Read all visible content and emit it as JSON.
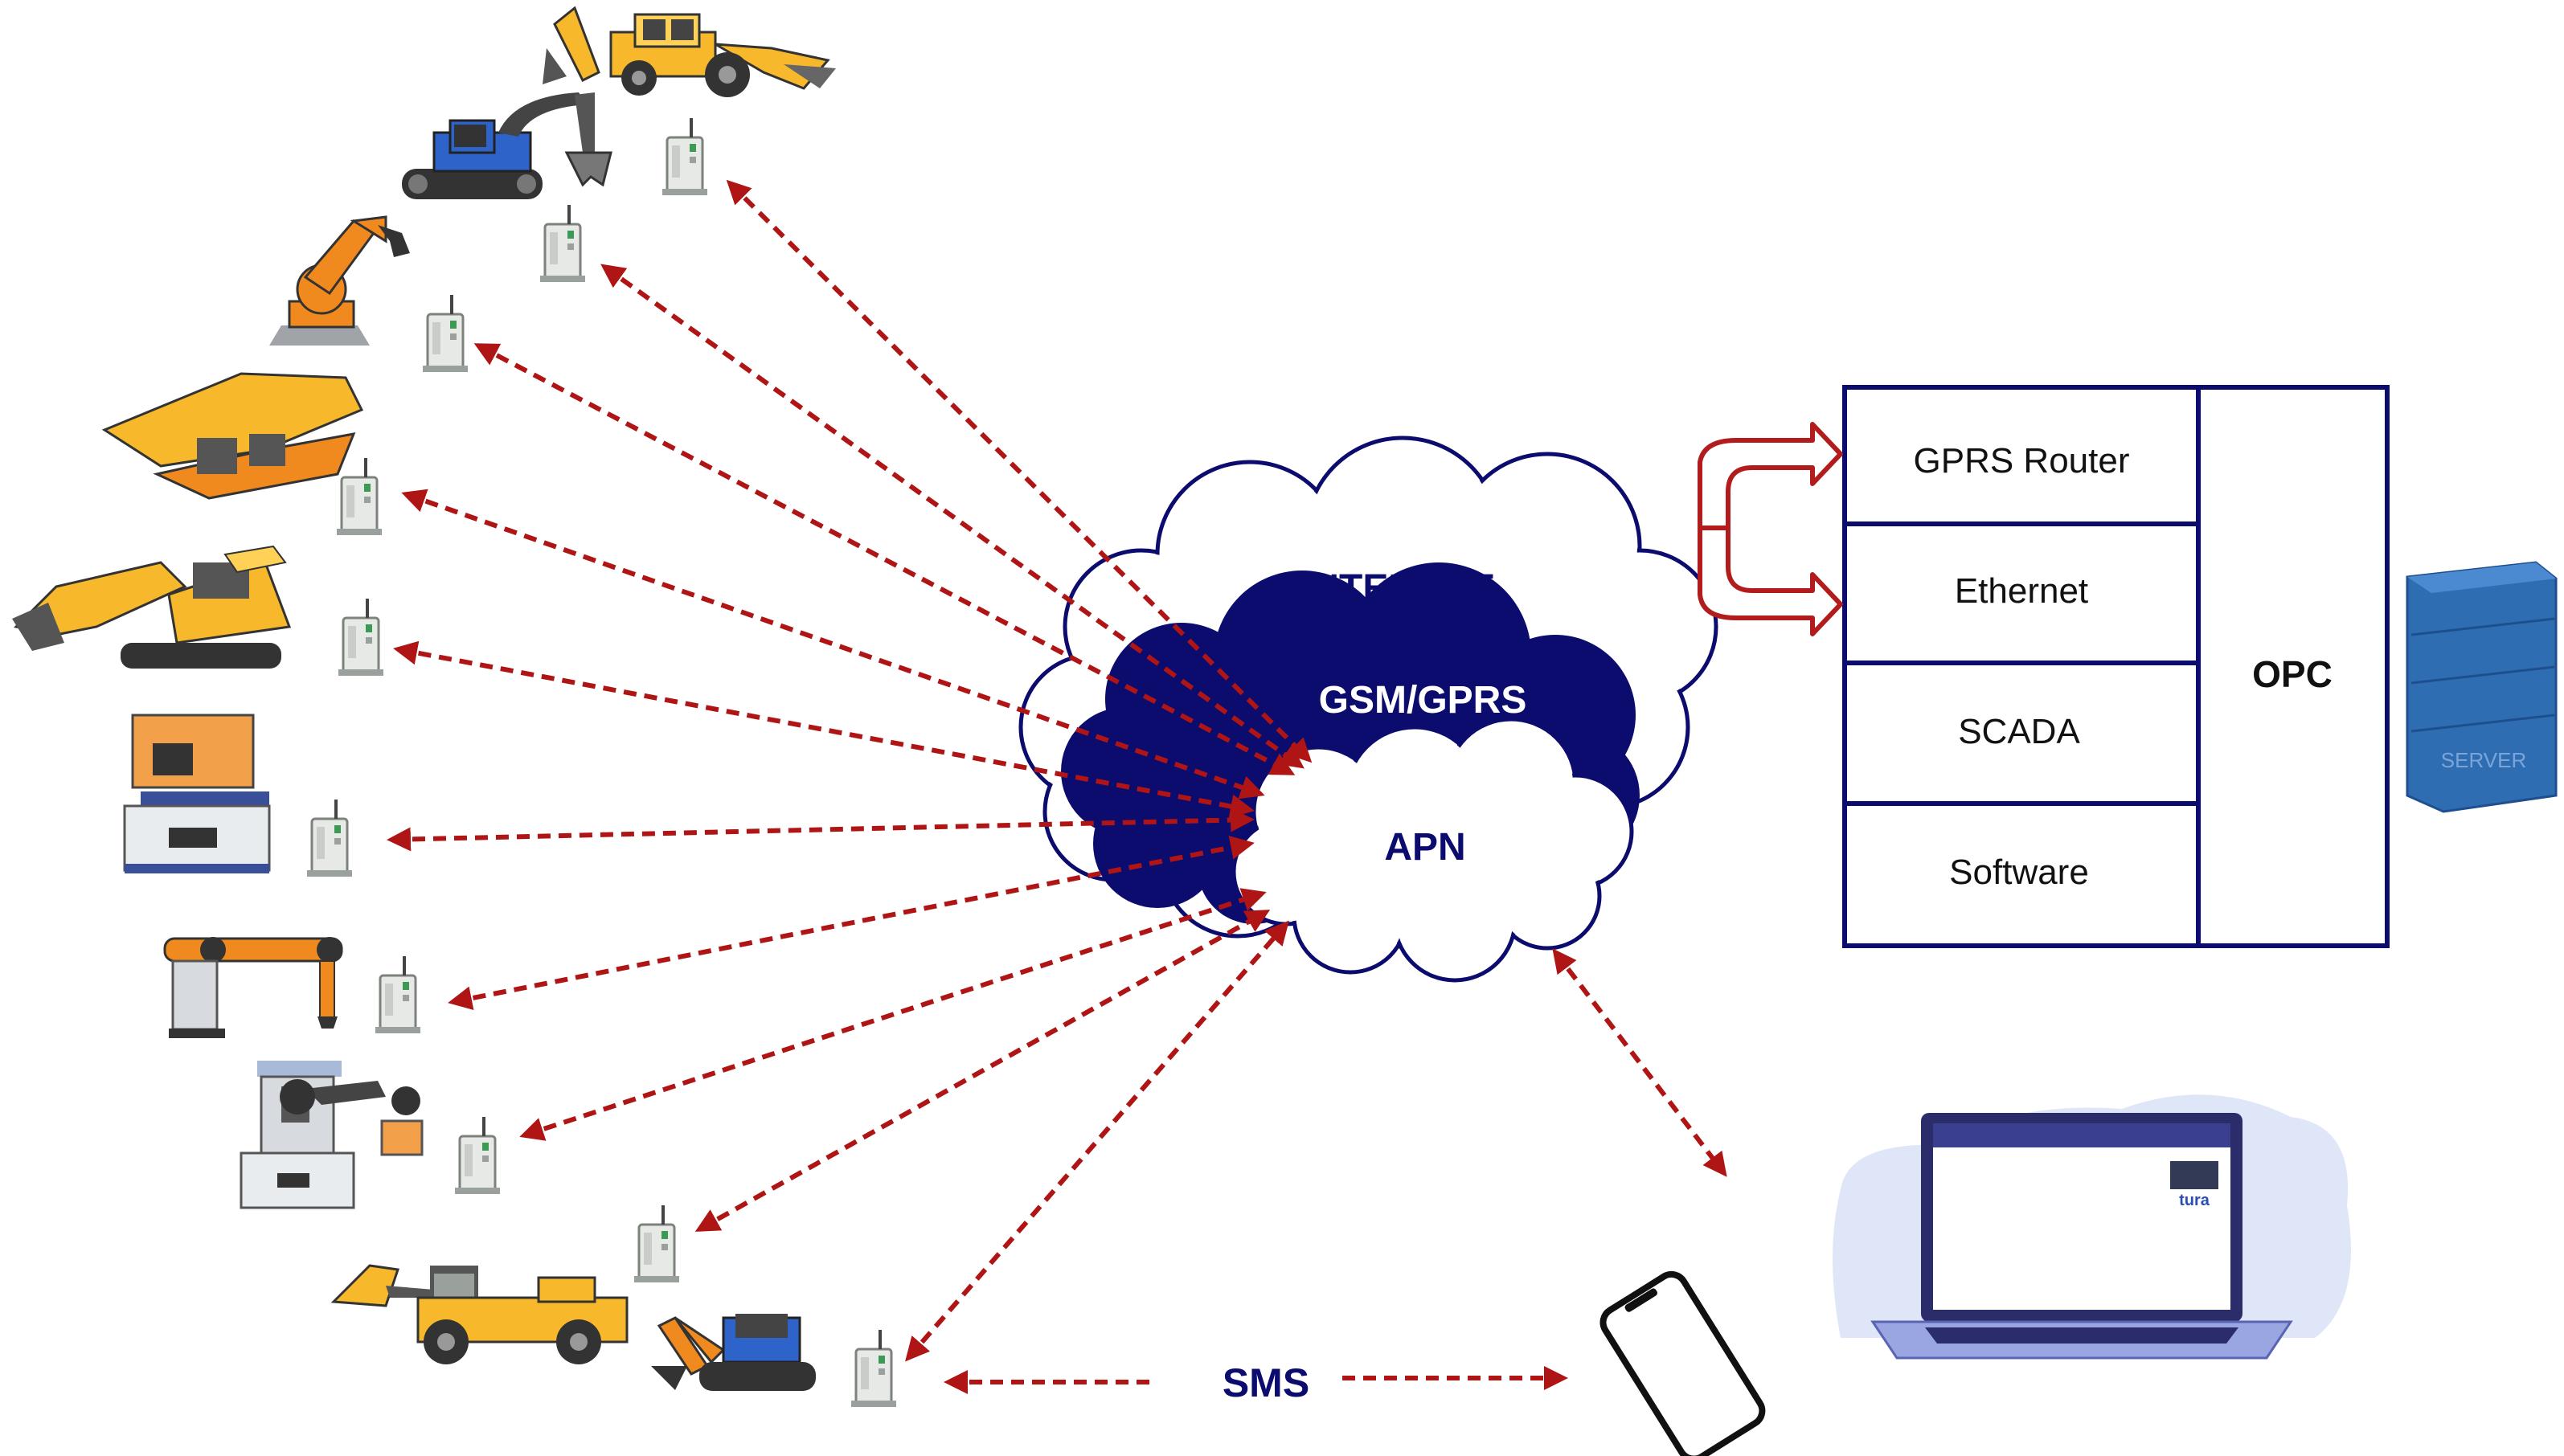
{
  "network": {
    "internet_label": "INTERNET",
    "gsm_label": "GSM/GPRS",
    "apn_label": "APN",
    "sms_label": "SMS"
  },
  "server_stack": {
    "rows": [
      "GPRS Router",
      "Ethernet",
      "SCADA",
      "Software"
    ],
    "side_label": "OPC"
  },
  "server_icon": {
    "text": "SERVER"
  },
  "laptop": {
    "brand_text": "tura"
  },
  "colors": {
    "navy": "#0b0c6e",
    "arrow_red": "#b01515",
    "router_arrow": "#b31c1c",
    "machine_yellow": "#f7b92b",
    "machine_orange": "#f08a1f",
    "server_blue": "#2f6db3",
    "laptop_bg": "#dfe6f7"
  },
  "icons": [
    "excavator-icon",
    "backhoe-loader-icon",
    "robot-arm-icon",
    "mining-shovel-icon",
    "packaging-machine-icon",
    "gantry-robot-icon",
    "wheel-loader-icon",
    "mini-excavator-icon",
    "gsm-modem-icon",
    "server-tower-icon",
    "laptop-icon",
    "smartphone-icon"
  ]
}
